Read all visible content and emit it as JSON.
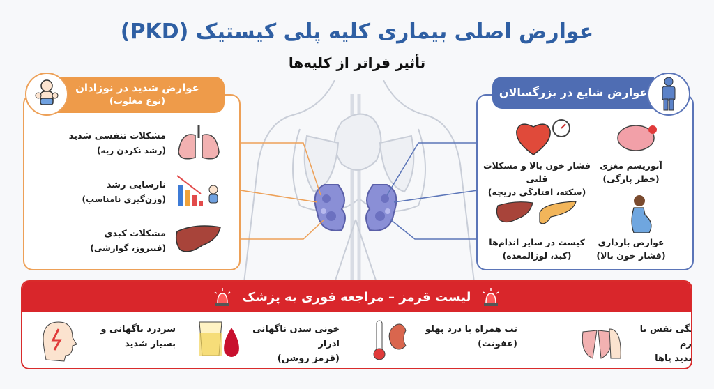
{
  "header": {
    "title": "عوارض اصلی بیماری کلیه پلی کیستیک (PKD)",
    "subtitle": "تأثیر فراتر از کلیه‌ها"
  },
  "newborn": {
    "title": "عوارض شدید در نوزادان",
    "subtitle": "(نوع مغلوب)",
    "icon": "baby-icon",
    "color": "#ee9b4a",
    "items": [
      {
        "label": "مشکلات تنفسی شدید",
        "detail": "(رشد نکردن ریه)",
        "icon": "lungs-icon"
      },
      {
        "label": "نارسایی رشد",
        "detail": "(وزن‌گیری نامناسب)",
        "icon": "growth-chart-icon"
      },
      {
        "label": "مشکلات کبدی",
        "detail": "(فیبروز، گوارشی)",
        "icon": "liver-icon"
      }
    ]
  },
  "adult": {
    "title": "عوارض شایع در بزرگسالان",
    "icon": "person-icon",
    "color": "#4f6db3",
    "items": [
      {
        "label": "آنوریسم مغزی",
        "detail": "(خطر پارگی)",
        "icon": "brain-icon"
      },
      {
        "label": "فشار خون بالا و مشکلات قلبی",
        "detail": "(سکته، افتادگی دریچه)",
        "icon": "heart-gauge-icon"
      },
      {
        "label": "عوارض بارداری",
        "detail": "(فشار خون بالا)",
        "icon": "pregnant-woman-icon"
      },
      {
        "label": "کیست در سایر اندام‌ها",
        "detail": "(کبد، لوزالمعده)",
        "icon": "liver-pancreas-icon"
      }
    ]
  },
  "red_list": {
    "title": "لیست قرمز – مراجعه فوری به پزشک",
    "icon": "alarm-siren-icon",
    "color": "#d9262b",
    "items": [
      {
        "label": "تنگی نفس یا ورم",
        "detail": "شدید پاها",
        "icon": "lungs-foot-icon"
      },
      {
        "label": "تب همراه با درد پهلو",
        "detail": "(عفونت)",
        "icon": "thermometer-kidney-icon"
      },
      {
        "label": "خونی شدن ناگهانی ادرار",
        "detail": "(قرمز روشن)",
        "icon": "urine-blood-icon"
      },
      {
        "label": "سردرد ناگهانی و",
        "detail": "بسیار شدید",
        "icon": "headache-icon"
      }
    ]
  }
}
